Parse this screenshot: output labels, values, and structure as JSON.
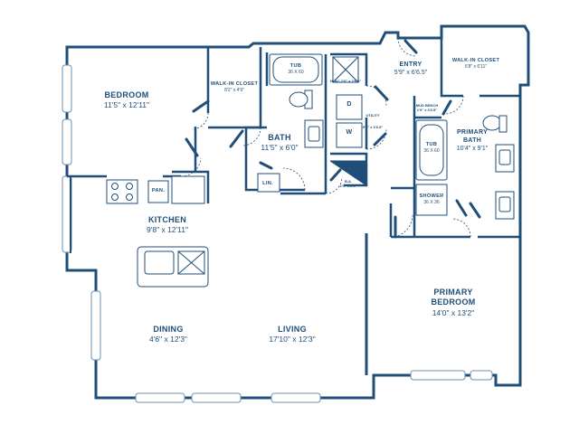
{
  "colors": {
    "wall": "#1f4e79",
    "window": "#6f8fae",
    "text": "#1f4e79"
  },
  "rooms": {
    "bedroom": {
      "name": "BEDROOM",
      "dim": "11'5\" x 12'11\""
    },
    "walkin_closet": {
      "name": "WALK-IN CLOSET",
      "dim": "8'2\" x 4'9\""
    },
    "tub_main": {
      "name": "TUB",
      "dim": "36 X 60"
    },
    "hvac": {
      "name": "HVAC",
      "dim": "2'6\" x 2'6.5\""
    },
    "utility": {
      "name": "UTILITY",
      "dim": "5'9\" x 3'6.5\""
    },
    "washer": {
      "name": "W"
    },
    "dryer": {
      "name": "D"
    },
    "entry": {
      "name": "ENTRY",
      "dim": "5'9\" x 6'6.5\""
    },
    "primary_closet": {
      "name": "WALK-IN CLOSET",
      "dim": "6'8\" x 6'11\""
    },
    "bath": {
      "name": "BATH",
      "dim": "11'5\" x 6'0\""
    },
    "linen": {
      "name": "LIN."
    },
    "mud_bench": {
      "name": "MUD BENCH",
      "dim": "1'9\" x 3'6.5\""
    },
    "tub_primary": {
      "name": "TUB",
      "dim": "36 X 60"
    },
    "primary_bath": {
      "name": "PRIMARY BATH",
      "dim": "10'4\" x 9'1\""
    },
    "shower": {
      "name": "SHOWER",
      "dim": "36 X 36"
    },
    "ba_closet": {
      "name": "B.A.",
      "dim": "2'0\" x 2'6\""
    },
    "pantry": {
      "name": "PAN."
    },
    "kitchen": {
      "name": "KITCHEN",
      "dim": "9'8\" x 12'11\""
    },
    "dining": {
      "name": "DINING",
      "dim": "4'6\" x 12'3\""
    },
    "living": {
      "name": "LIVING",
      "dim": "17'10\" x 12'3\""
    },
    "primary_bedroom": {
      "name": "PRIMARY BEDROOM",
      "dim": "14'0\" x 13'2\""
    }
  }
}
